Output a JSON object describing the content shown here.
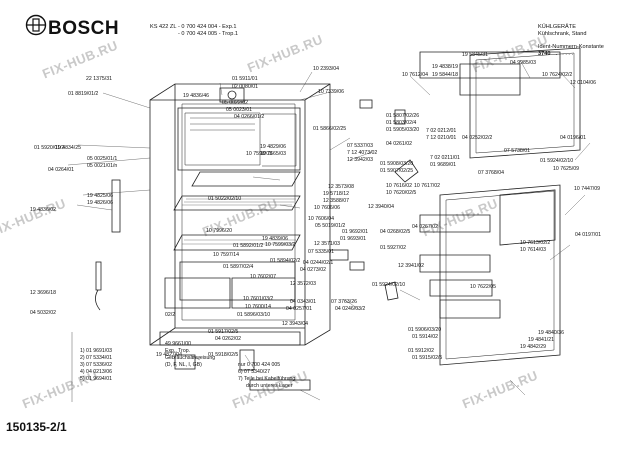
{
  "brand": "BOSCH",
  "header": {
    "model": "KS 422 ZL",
    "part_line_1": "- 0 700 424 004 - Exp.1",
    "part_line_2": "- 0 700 424 005 - Trop.1",
    "category": "KÜHLGERÄTE",
    "subcategory": "Kühlschrank, Stand",
    "ident_label": "Ident-Nummern-Konstante",
    "ident_value": "3740"
  },
  "page_id": "150135-2/1",
  "watermark": "FIX-HUB.RU",
  "parts": [
    "22 1375/31",
    "01 8819/01/2",
    "01 5920/01/2",
    "19 4834/25",
    "04 0264/01",
    "05 0025/01/1",
    "05 0021/01/n",
    "19 4825/06",
    "19 4826/06",
    "19 4836/02",
    "12 3696/18",
    "04 5032/02",
    "01 5911/01",
    "02 0080/01",
    "10 2393/04",
    "10 7339/06",
    "19 4836/46",
    "05 0022/02",
    "05 0023/01",
    "04 0266/01/2",
    "01 5866/02/25",
    "19 4829/06",
    "10 7665/03",
    "10 7598/03",
    "01 5022/02/10",
    "12 3573/08",
    "19 5718/12",
    "12 3588/07",
    "10 7606/06",
    "10 7606/04",
    "05 5019/01/2",
    "01 9692/01",
    "10 7996/20",
    "10 7597/14",
    "01 5892/01/2",
    "01 5897/02/4",
    "19 4839/06",
    "10 7599/03/2",
    "12 3571/03",
    "07 5335/01",
    "01 9693/01",
    "04 0244/02/1",
    "12 3572/03",
    "04 0273/02",
    "01 5894/02/2",
    "10 7602/07",
    "10 7601/03/2",
    "10 7600/14",
    "01 5896/03/10",
    "04 0343/01",
    "04 0257/01",
    "04 0246/03/2",
    "01 5917/02/5",
    "04 0262/02",
    "12 3943/04",
    "01 5918/02/5",
    "19 4827/04",
    "07 3763/26",
    "07 5337/03",
    "7 12 4073/02",
    "12 3942/03",
    "19 5845/31",
    "10 7612/04",
    "19 4838/19",
    "19 5844/18",
    "04 9985/03",
    "10 7624/02/2",
    "12 0104/06",
    "01 5807/02/26",
    "01 5803/02/4",
    "01 5905/03/20",
    "04 0261/02",
    "7 02 0212/01",
    "7 12 0210/01",
    "04 0252/02/2",
    "04 0196/01",
    "07 5738/01",
    "01 5908/03/20",
    "01 5907/02/25",
    "7 02 0211/01",
    "01 9689/01",
    "07 3768/04",
    "01 5924/02/10",
    "10 7625/09",
    "10 7447/09",
    "10 7616/02",
    "10 7617/02",
    "10 7620/02/5",
    "12 3940/04",
    "04 0267/02",
    "04 0268/02/5",
    "10 7613/02/2",
    "10 7614/03",
    "04 0197/01",
    "01 5927/02",
    "12 3941/02",
    "01 5924/02/10",
    "10 7622/05",
    "01 5906/03/20",
    "01 5914/02",
    "01 5912/02",
    "01 5915/02/5",
    "19 4840/36",
    "19 4841/21",
    "19 4842/29",
    "02/2"
  ],
  "legend": {
    "items": [
      "1) 01 9691/03",
      "2) 07 5334/01",
      "3) 07 5336/02",
      "4) 04 0213/06",
      "5) 01 9694/01"
    ],
    "manual_code": "49 9661/00",
    "manual_variants": "Exp., Trop.",
    "manual_title": "Gebrauchsanweisung",
    "manual_langs": "(D, F, NL, I, GB)",
    "note_1": "nur 0 700 424 005",
    "note_2": "6) 07 5340/27",
    "note_3": "7) Teile bei Kabelführung",
    "note_4": "durch unteres Lager"
  }
}
